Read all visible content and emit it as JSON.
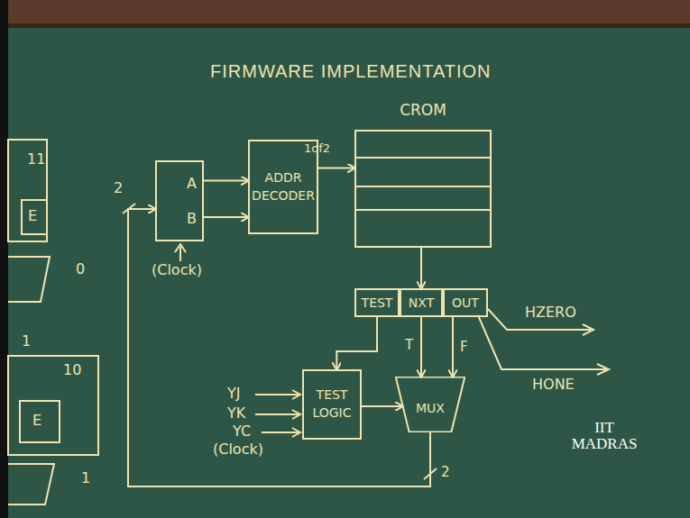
{
  "diagram": {
    "title": "FIRMWARE IMPLEMENTATION",
    "nodes": [
      {
        "text": [
          "A",
          "B"
        ]
      },
      {
        "text": [
          "ADDR DECODER"
        ]
      },
      {
        "text": [
          "CROM"
        ]
      },
      {
        "text": [
          "TEST"
        ]
      },
      {
        "text": [
          "NXT"
        ]
      },
      {
        "text": [
          "OUT"
        ]
      },
      {
        "text": [
          "TEST LOGIC"
        ]
      },
      {
        "text": [
          "MUX"
        ]
      }
    ],
    "edges": [
      {
        "from": 0,
        "to": 1,
        "arrow": "to"
      },
      {
        "from": 0,
        "to": 1,
        "arrow": "to"
      },
      {
        "from": 1,
        "to": 2,
        "arrow": "to"
      },
      {
        "from": 2,
        "to": 4,
        "arrow": "to"
      },
      {
        "from": 3,
        "to": 6,
        "arrow": "to"
      },
      {
        "from": 4,
        "to": 7,
        "label": "T",
        "arrow": "to"
      },
      {
        "from": 5,
        "to": 7,
        "label": "F",
        "arrow": "to"
      },
      {
        "from": 6,
        "to": 7,
        "arrow": "to"
      },
      {
        "from": 7,
        "to": 0,
        "label": "2",
        "arrow": "to"
      }
    ],
    "labels": [
      "11",
      "E",
      "0",
      "1",
      "10",
      "E",
      "1",
      "1of2",
      "(Clock)",
      "YJ",
      "YK",
      "YC",
      "(Clock)",
      "HZERO",
      "HONE",
      "2",
      "IIT MADRAS"
    ]
  }
}
